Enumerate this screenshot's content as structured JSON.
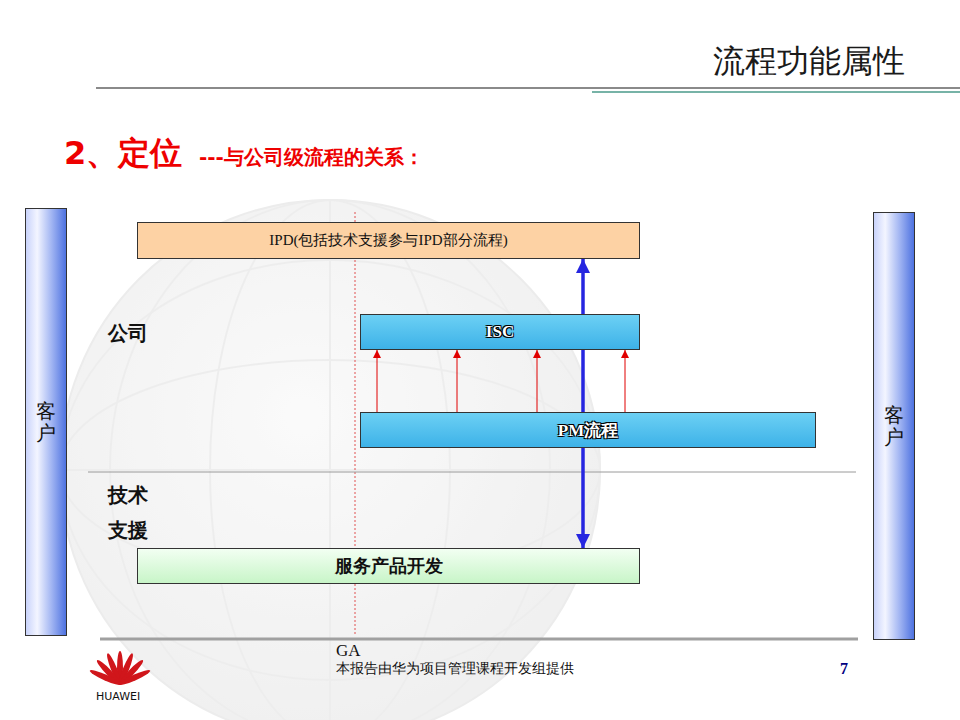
{
  "diagram": {
    "title": "流程功能属性",
    "nodes": [
      {
        "text": [
          "客户"
        ]
      },
      {
        "text": [
          "IPD(包括技术支援参与IPD部分流程)"
        ]
      },
      {
        "text": [
          "ISC"
        ]
      },
      {
        "text": [
          "PM流程"
        ]
      },
      {
        "text": [
          "服务产品开发"
        ]
      },
      {
        "text": [
          "客户"
        ]
      }
    ],
    "edges": [
      {
        "from": 3,
        "to": 2,
        "arrow": "to"
      },
      {
        "from": 3,
        "to": 2,
        "arrow": "to"
      },
      {
        "from": 3,
        "to": 2,
        "arrow": "to"
      },
      {
        "from": 3,
        "to": 2,
        "arrow": "to"
      },
      {
        "from": 3,
        "to": 1,
        "arrow": "to"
      },
      {
        "from": 3,
        "to": 4,
        "arrow": "to"
      }
    ],
    "labels": [
      "2、定位",
      "---与公司级流程的关系：",
      "公司",
      "技术 支援",
      "GA",
      "本报告由华为项目管理课程开发组提供",
      "7",
      "HUAWEI"
    ]
  }
}
